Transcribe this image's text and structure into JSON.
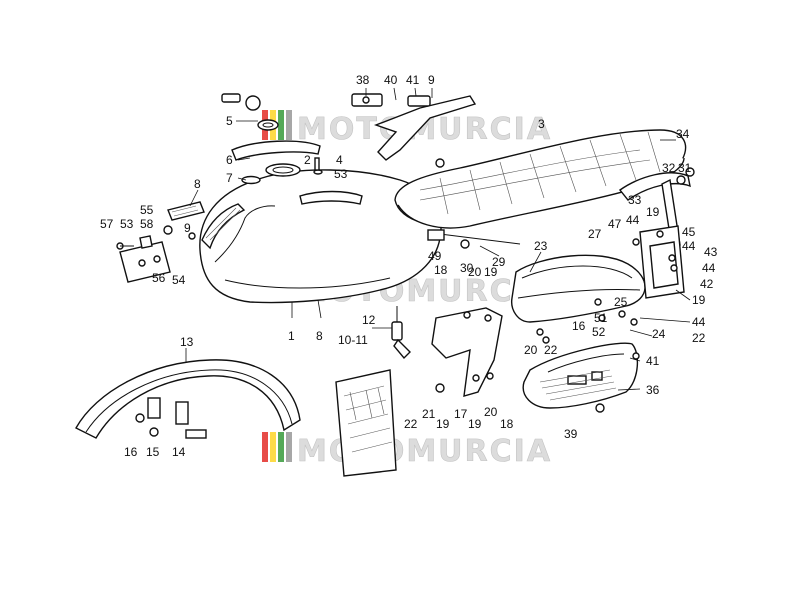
{
  "diagram": {
    "watermark_text": "MOTOMURCIA",
    "watermark_colors": [
      "#e53935",
      "#fdd835",
      "#43a047",
      "#9e9e9e"
    ],
    "callouts": {
      "c38": "38",
      "c40": "40",
      "c41a": "41",
      "c9a": "9",
      "c3": "3",
      "c34": "34",
      "c5": "5",
      "c6": "6",
      "c7": "7",
      "c2": "2",
      "c4": "4",
      "c53a": "53",
      "c32": "32",
      "c31": "31",
      "c8a": "8",
      "c55": "55",
      "c57": "57",
      "c53b": "53",
      "c58": "58",
      "c9b": "9",
      "c56": "56",
      "c54": "54",
      "c33": "33",
      "c19a": "19",
      "c47": "47",
      "c44a": "44",
      "c45": "45",
      "c27": "27",
      "c44b": "44",
      "c43": "43",
      "c44c": "44",
      "c42": "42",
      "c49": "49",
      "c30": "30",
      "c29": "29",
      "c18a": "18",
      "c20a": "20",
      "c19b": "19",
      "c23": "23",
      "c25": "25",
      "c19c": "19",
      "c1": "1",
      "c8b": "8",
      "c12": "12",
      "c10_11": "10-11",
      "c51": "51",
      "c16a": "16",
      "c52": "52",
      "c24": "24",
      "c44d": "44",
      "c22a": "22",
      "c20b": "20",
      "c22b": "22",
      "c41b": "41",
      "c13": "13",
      "c36": "36",
      "c21": "21",
      "c22c": "22",
      "c19d": "19",
      "c17": "17",
      "c19e": "19",
      "c20c": "20",
      "c18b": "18",
      "c39": "39",
      "c16b": "16",
      "c15": "15",
      "c14": "14"
    }
  }
}
